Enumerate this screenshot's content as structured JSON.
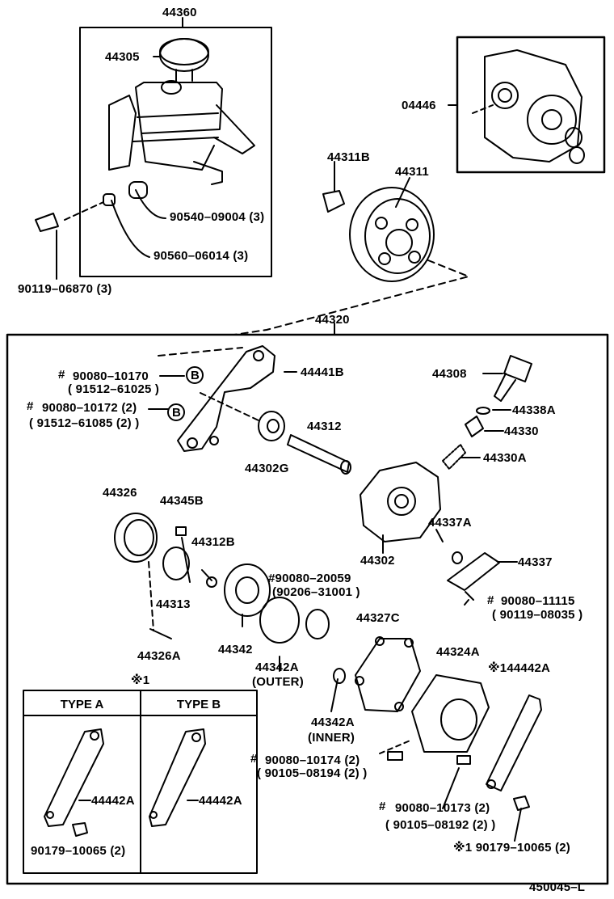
{
  "diagram": {
    "figure_id": "450045–L",
    "reservoir": {
      "assy": "44360",
      "cap": "44305",
      "grommet": "90540–09004 (3)",
      "collar": "90560–06014 (3)",
      "bolt": "90119–06870 (3)"
    },
    "seal_kit": {
      "number": "04446"
    },
    "pulley": {
      "nut": "44311B",
      "pulley": "44311"
    },
    "pump_assy": {
      "number": "44320",
      "bracket": "44441B",
      "bolt1": "90080–10170",
      "bolt1_alt": "( 91512–61025 )",
      "bolt2": "90080–10172 (2)",
      "bolt2_alt": "( 91512–61085 (2) )",
      "callout_b": "B",
      "hash": "#",
      "bearing": "44302G",
      "shaft": "44312",
      "union": "44308",
      "oring_union": "44338A",
      "valve": "44330",
      "spring": "44330A",
      "housing": "44302",
      "cam_ring": "44326",
      "vane": "44345B",
      "rotor": "44313",
      "snap_ring": "44312B",
      "pin": "44326A",
      "oring_outlet": "44337A",
      "outlet": "44337",
      "outlet_bolt": "90080–11115",
      "outlet_bolt_alt": "( 90119–08035  )",
      "plate": "44342",
      "plate_bolt": "#90080–20059",
      "plate_bolt_alt": "(90206–31001 )",
      "oring_outer": "44342A",
      "oring_outer_note": "(OUTER)",
      "gasket": "44327C",
      "oring_inner": "44342A",
      "oring_inner_note": "(INNER)",
      "cover": "44324A",
      "cover_bolt1": "90080–10174 (2)",
      "cover_bolt1_alt": "( 90105–08194 (2) )",
      "cover_bolt2": "90080–10173 (2)",
      "cover_bolt2_alt": "( 90105–08192 (2)  )",
      "stay": "※144442A",
      "stay_nut": "※1  90179–10065 (2)"
    },
    "inset": {
      "mark": "※1",
      "type_a": "TYPE  A",
      "type_b": "TYPE  B",
      "stay_a": "44442A",
      "stay_b": "44442A",
      "nut": "90179–10065 (2)"
    }
  }
}
